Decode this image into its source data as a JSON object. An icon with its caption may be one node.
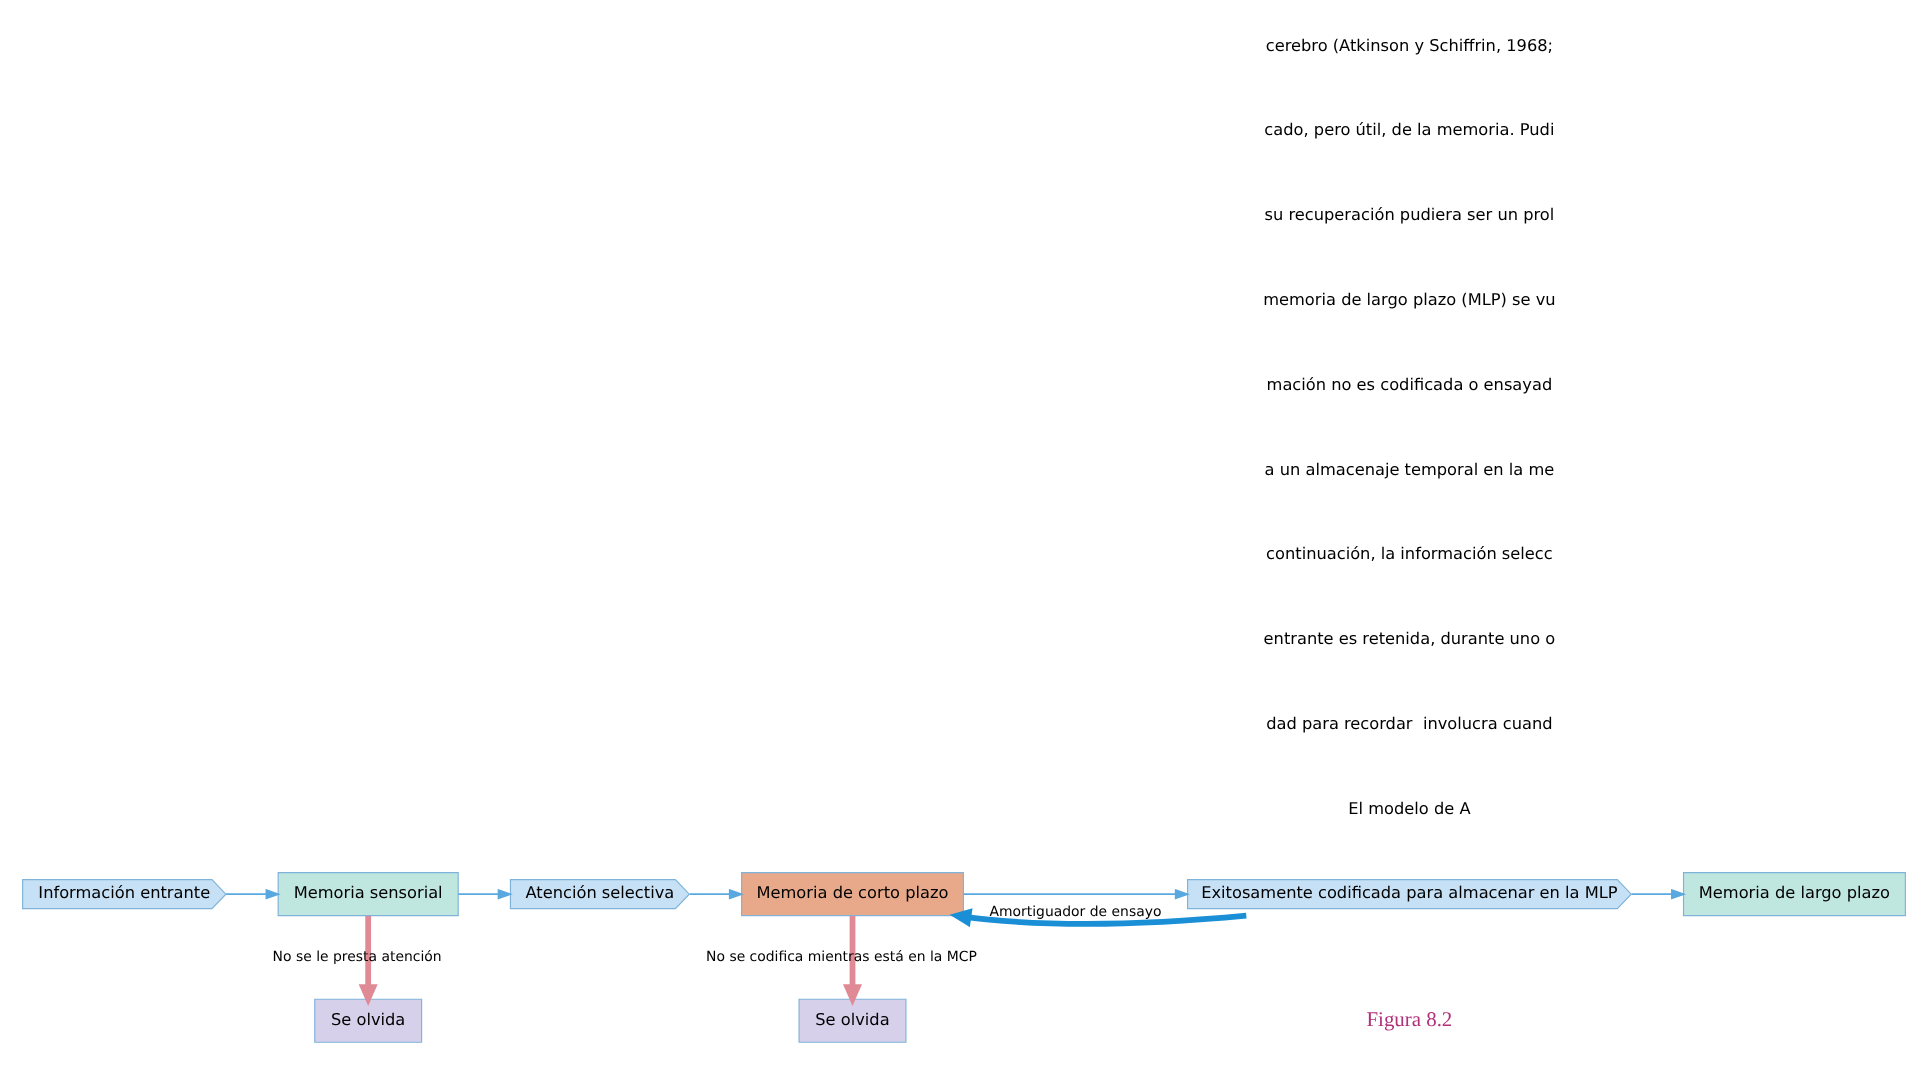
{
  "diagram": {
    "nodes": [
      {
        "text": [
          "Información entrante"
        ]
      },
      {
        "text": [
          "Memoria sensorial"
        ]
      },
      {
        "text": [
          "Atención selectiva"
        ]
      },
      {
        "text": [
          "Memoria de corto plazo"
        ]
      },
      {
        "text": [
          "Exitosamente codificada para almacenar en la MLP"
        ]
      },
      {
        "text": [
          "Memoria de largo plazo"
        ]
      },
      {
        "text": [
          "Se olvida"
        ]
      },
      {
        "text": [
          "Se olvida"
        ]
      }
    ],
    "edges": [
      {
        "from": 0,
        "to": 1,
        "arrow": "to"
      },
      {
        "from": 1,
        "to": 2,
        "arrow": "to"
      },
      {
        "from": 2,
        "to": 3,
        "arrow": "to"
      },
      {
        "from": 3,
        "to": 4,
        "arrow": "to"
      },
      {
        "from": 4,
        "to": 5,
        "arrow": "to"
      },
      {
        "from": 4,
        "to": 3,
        "arrow": "to",
        "label": "Amortiguador de ensayo",
        "style": "thick",
        "color": "#1a8fd6"
      },
      {
        "from": 1,
        "to": 6,
        "arrow": "to",
        "label": "No se le presta atención",
        "style": "thick",
        "color": "#e08a96"
      },
      {
        "from": 3,
        "to": 7,
        "arrow": "to",
        "label": "No se codifica mientras está en la MCP",
        "style": "thick",
        "color": "#e08a96"
      }
    ],
    "labels": [
      "Figura 8.2",
      "El modelo de A",
      "dad para recordar  involucra cuand",
      "entrante es retenida, durante uno o",
      "continuación, la información selecc",
      "a un almacenaje temporal en la me",
      "mación no es codificada o ensayad",
      "memoria de largo plazo (MLP) se vu",
      "su recuperación pudiera ser un prol",
      "cado, pero útil, de la memoria. Pudi",
      "cerebro (Atkinson y Schiffrin, 1968;"
    ]
  }
}
